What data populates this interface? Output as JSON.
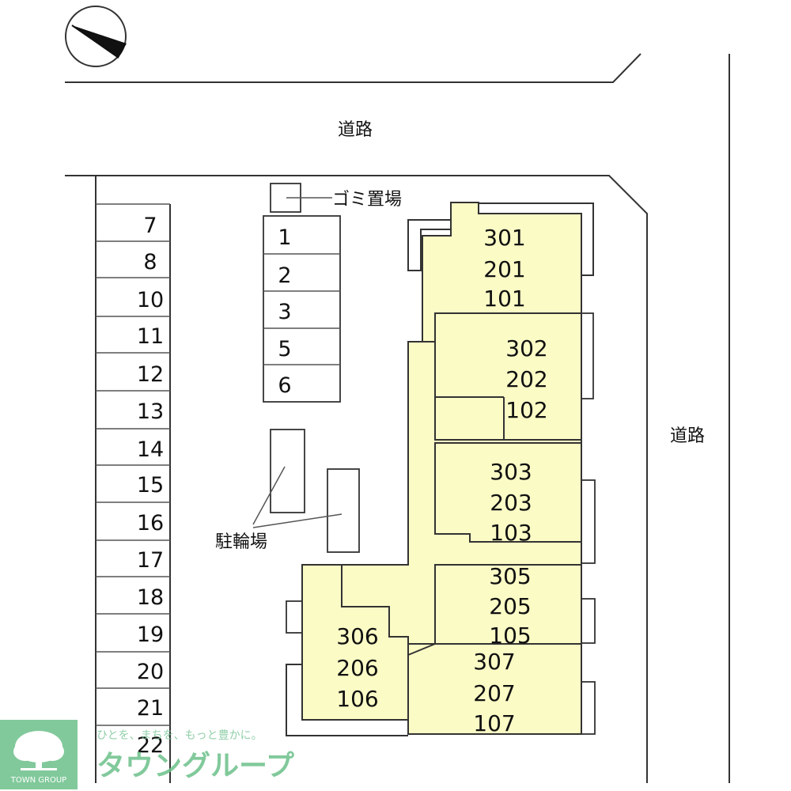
{
  "road_top": "道路",
  "road_right": "道路",
  "garbage_label": "ゴミ置場",
  "bicycle_label": "駐輪場",
  "parking_left": [
    "7",
    "8",
    "10",
    "11",
    "12",
    "13",
    "14",
    "15",
    "16",
    "17",
    "18",
    "19",
    "20",
    "21",
    "22"
  ],
  "parking_center": [
    "1",
    "2",
    "3",
    "5",
    "6"
  ],
  "units": {
    "a": [
      "301",
      "201",
      "101"
    ],
    "b": [
      "302",
      "202",
      "102"
    ],
    "c": [
      "303",
      "203",
      "103"
    ],
    "d": [
      "305",
      "205",
      "105"
    ],
    "e": [
      "306",
      "206",
      "106"
    ],
    "f": [
      "307",
      "207",
      "107"
    ]
  },
  "logo": {
    "tagline": "ひとを、まちを、もっと豊かに。",
    "name": "タウングループ",
    "small": "TOWN GROUP"
  },
  "colors": {
    "building": "#fbfbc6",
    "logo_green": "#6cc08a"
  }
}
